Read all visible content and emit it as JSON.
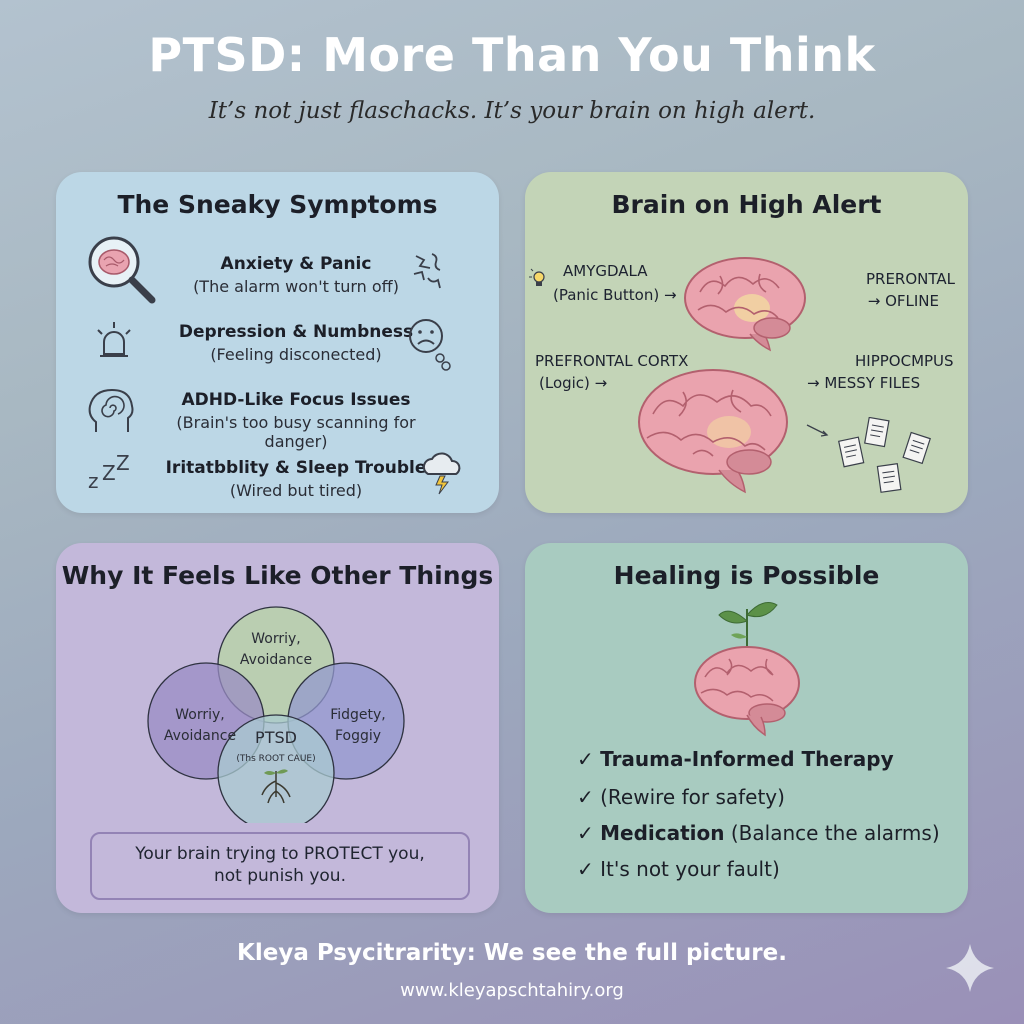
{
  "header": {
    "title": "PTSD: More Than You Think",
    "subtitle": "It’s not just flaschacks. It’s your brain on high alert."
  },
  "symptoms": {
    "title": "The Sneaky Symptoms",
    "items": [
      {
        "heading": "Anxiety & Panic",
        "detail": "(The alarm won't turn off)"
      },
      {
        "heading": "Depression & Numbness",
        "detail": "(Feeling disconected)"
      },
      {
        "heading": "ADHD-Like Focus Issues",
        "detail": "(Brain's too busy scanning for danger)"
      },
      {
        "heading": "Iritatbblity & Sleep Trouble",
        "detail": "(Wired but tired)"
      }
    ]
  },
  "brain": {
    "title": "Brain on High Alert",
    "amygdala_name": "AMYGDALA",
    "amygdala_role": "(Panic Button) →",
    "prefrontal_off_1": "PRERONTAL",
    "prefrontal_off_2": "→ OFLINE",
    "prefrontal_name": "PREFRONTAL CORTX",
    "prefrontal_role": "(Logic) →",
    "hippo_name": "HIPPOCMPUS",
    "hippo_role": "→ MESSY FILES"
  },
  "why": {
    "title": "Why It Feels Like Other Things",
    "top_1": "Worriy,",
    "top_2": "Avoidance",
    "left_1": "Worriy,",
    "left_2": "Avoidance",
    "right_1": "Fidgety,",
    "right_2": "Foggiy",
    "center_1": "PTSD",
    "center_2": "(Ths ROOT CAUE)",
    "note_1": "Your brain trying to PROTECT you,",
    "note_2": "not punish you."
  },
  "heal": {
    "title": "Healing is Possible",
    "c1_bold": "Trauma-Informed Therapy",
    "c2_text": "(Rewire for safety)",
    "c3_bold": "Medication",
    "c3_text": "(Balance the alarms)",
    "c4_text": "It's not your fault)"
  },
  "footer": {
    "tagline": "Kleya Psycitrarity: We see the full picture.",
    "url": "www.kleyapschtahiry.org"
  },
  "icons": [
    "brain-magnifier-icon",
    "anxious-face-icon",
    "alarm-siren-icon",
    "sad-face-icon",
    "spiral-head-icon",
    "zzz-icon",
    "storm-cloud-icon",
    "lightbulb-icon",
    "sprout-icon",
    "roots-icon",
    "sparkle-icon"
  ]
}
